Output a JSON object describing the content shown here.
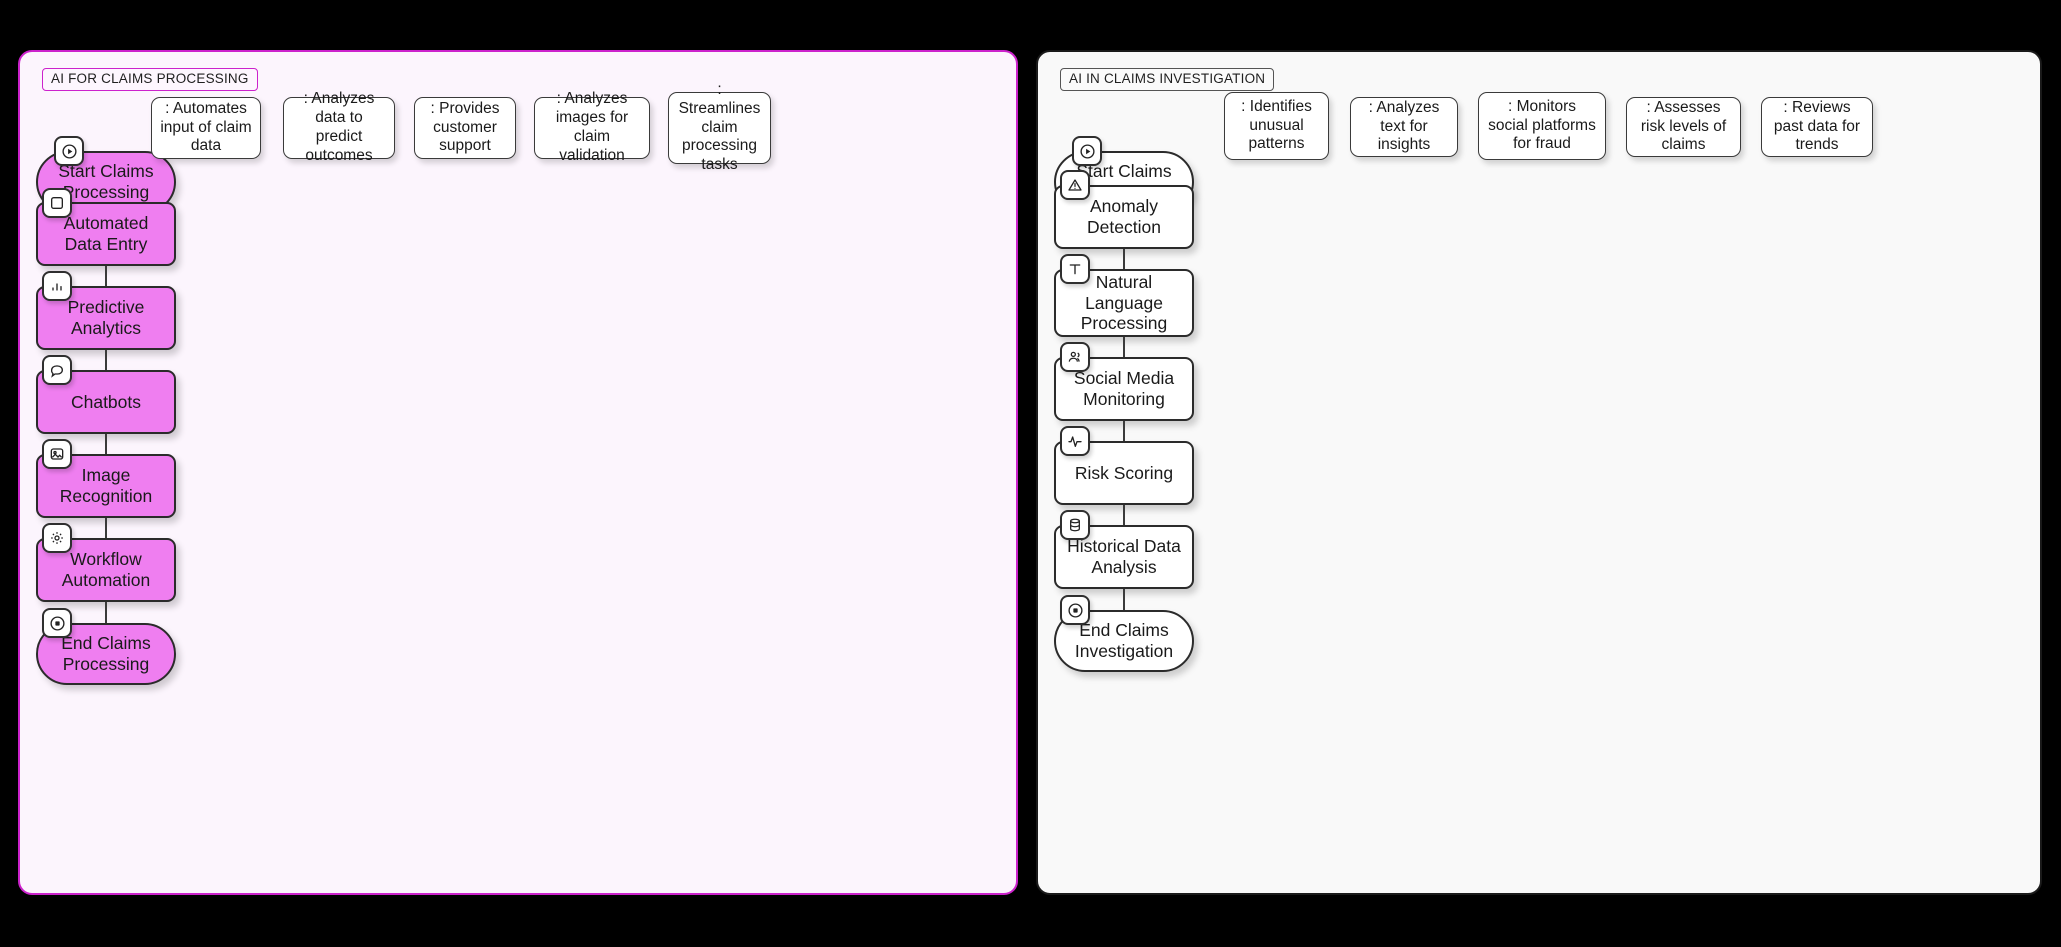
{
  "panels": [
    {
      "id": "left",
      "title": "AI FOR CLAIMS PROCESSING",
      "accent": "#cc22cc",
      "background": "#fcf5fd",
      "nodes": [
        {
          "label": "Start Claims Processing",
          "shape": "terminator",
          "icon": "play-circle-icon"
        },
        {
          "label": "Automated Data Entry",
          "shape": "rectangle",
          "icon": "square-icon"
        },
        {
          "label": "Predictive Analytics",
          "shape": "rectangle",
          "icon": "bar-chart-icon"
        },
        {
          "label": "Chatbots",
          "shape": "rectangle",
          "icon": "message-icon"
        },
        {
          "label": "Image Recognition",
          "shape": "rectangle",
          "icon": "image-icon"
        },
        {
          "label": "Workflow Automation",
          "shape": "rectangle",
          "icon": "gear-icon"
        },
        {
          "label": "End Claims Processing",
          "shape": "terminator",
          "icon": "stop-circle-icon"
        }
      ],
      "notes": [
        ": Automates input of claim data",
        ": Analyzes data to predict outcomes",
        ": Provides customer support",
        ": Analyzes images for claim validation",
        ": Streamlines claim processing tasks"
      ]
    },
    {
      "id": "right",
      "title": "AI IN CLAIMS INVESTIGATION",
      "accent": "#1a1a1a",
      "background": "#f9f9f9",
      "nodes": [
        {
          "label": "Start Claims Investigation",
          "shape": "terminator",
          "icon": "play-circle-icon"
        },
        {
          "label": "Anomaly Detection",
          "shape": "rectangle",
          "icon": "alert-triangle-icon"
        },
        {
          "label": "Natural Language Processing",
          "shape": "rectangle",
          "icon": "text-t-icon"
        },
        {
          "label": "Social Media Monitoring",
          "shape": "rectangle",
          "icon": "users-icon"
        },
        {
          "label": "Risk Scoring",
          "shape": "rectangle",
          "icon": "activity-pulse-icon"
        },
        {
          "label": "Historical Data Analysis",
          "shape": "rectangle",
          "icon": "database-icon"
        },
        {
          "label": "End Claims Investigation",
          "shape": "terminator",
          "icon": "stop-circle-icon"
        }
      ],
      "notes": [
        ": Identifies unusual patterns",
        ": Analyzes text for insights",
        ": Monitors social platforms for fraud",
        ": Assesses risk levels of claims",
        ": Reviews past data for trends"
      ]
    }
  ]
}
